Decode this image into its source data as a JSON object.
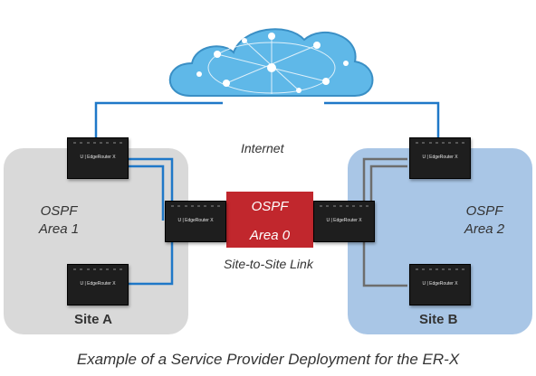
{
  "cloud": {
    "label": "Internet"
  },
  "sites": [
    {
      "name": "Site A",
      "area_lines": [
        "OSPF",
        "Area 1"
      ],
      "color": "#d9d9d9"
    },
    {
      "name": "Site B",
      "area_lines": [
        "OSPF",
        "Area 2"
      ],
      "color": "#a9c6e6"
    }
  ],
  "center": {
    "top": "OSPF",
    "bottom": "Area 0",
    "link_label": "Site-to-Site Link",
    "color": "#c1272d"
  },
  "router": {
    "brand": "U | EdgeRouter X"
  },
  "caption": "Example of a Service Provider Deployment for the ER-X",
  "colors": {
    "blue_link": "#1f78c8",
    "gray_link": "#6d6d6d",
    "cloud": "#5fb8e8"
  }
}
